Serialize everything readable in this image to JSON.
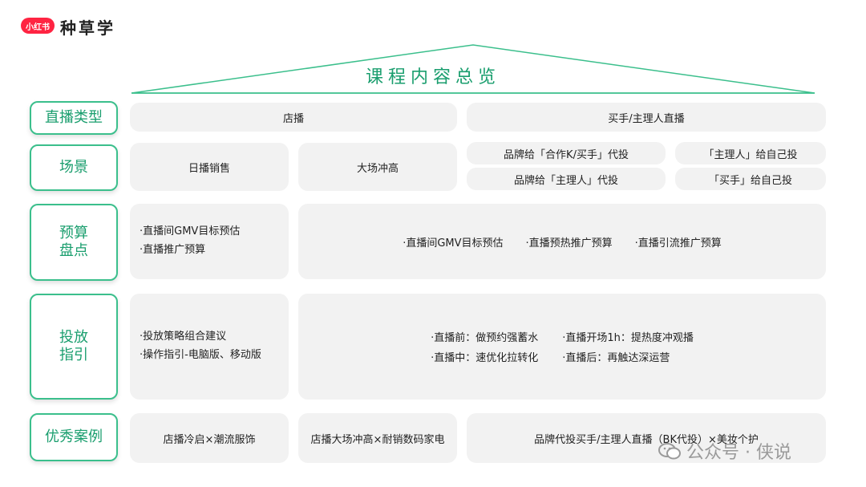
{
  "brand": {
    "badge": "小红书",
    "name": "种草学"
  },
  "title": "课程内容总览",
  "rows": {
    "type": {
      "label": "直播类型",
      "cells": [
        "店播",
        "买手/主理人直播"
      ]
    },
    "scene": {
      "label": "场景",
      "cells": [
        "日播销售",
        "大场冲高",
        "品牌给「合作K/买手」代投",
        "品牌给「主理人」代投",
        "「主理人」给自己投",
        "「买手」给自己投"
      ]
    },
    "budget": {
      "label_line1": "预算",
      "label_line2": "盘点",
      "left": [
        "·直播间GMV目标预估",
        "·直播推广预算"
      ],
      "right": [
        "·直播间GMV目标预估",
        "·直播预热推广预算",
        "·直播引流推广预算"
      ]
    },
    "guide": {
      "label_line1": "投放",
      "label_line2": "指引",
      "left": [
        "·投放策略组合建议",
        "·操作指引-电脑版、移动版"
      ],
      "right": [
        "·直播前：做预约强蓄水",
        "·直播开场1h：提热度冲观播",
        "·直播中：速优化拉转化",
        "·直播后：再触达深运营"
      ]
    },
    "cases": {
      "label": "优秀案例",
      "cells": [
        "店播冷启×潮流服饰",
        "店播大场冲高×耐销数码家电",
        "品牌代投买手/主理人直播（BK代投）×美妆个护"
      ]
    }
  },
  "watermark": "公众号 · 侠说",
  "colors": {
    "accent": "#1a9e6e",
    "border": "#3bbf8c",
    "cell": "#f2f2f2",
    "brand": "#ff2442"
  }
}
